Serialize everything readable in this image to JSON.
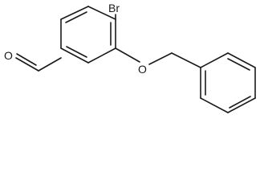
{
  "atoms": {
    "bromine": "Br",
    "ether_oxygen": "O",
    "carbonyl_oxygen": "O"
  },
  "colors": {
    "ink": "#1a1a1a",
    "background": "#ffffff"
  }
}
